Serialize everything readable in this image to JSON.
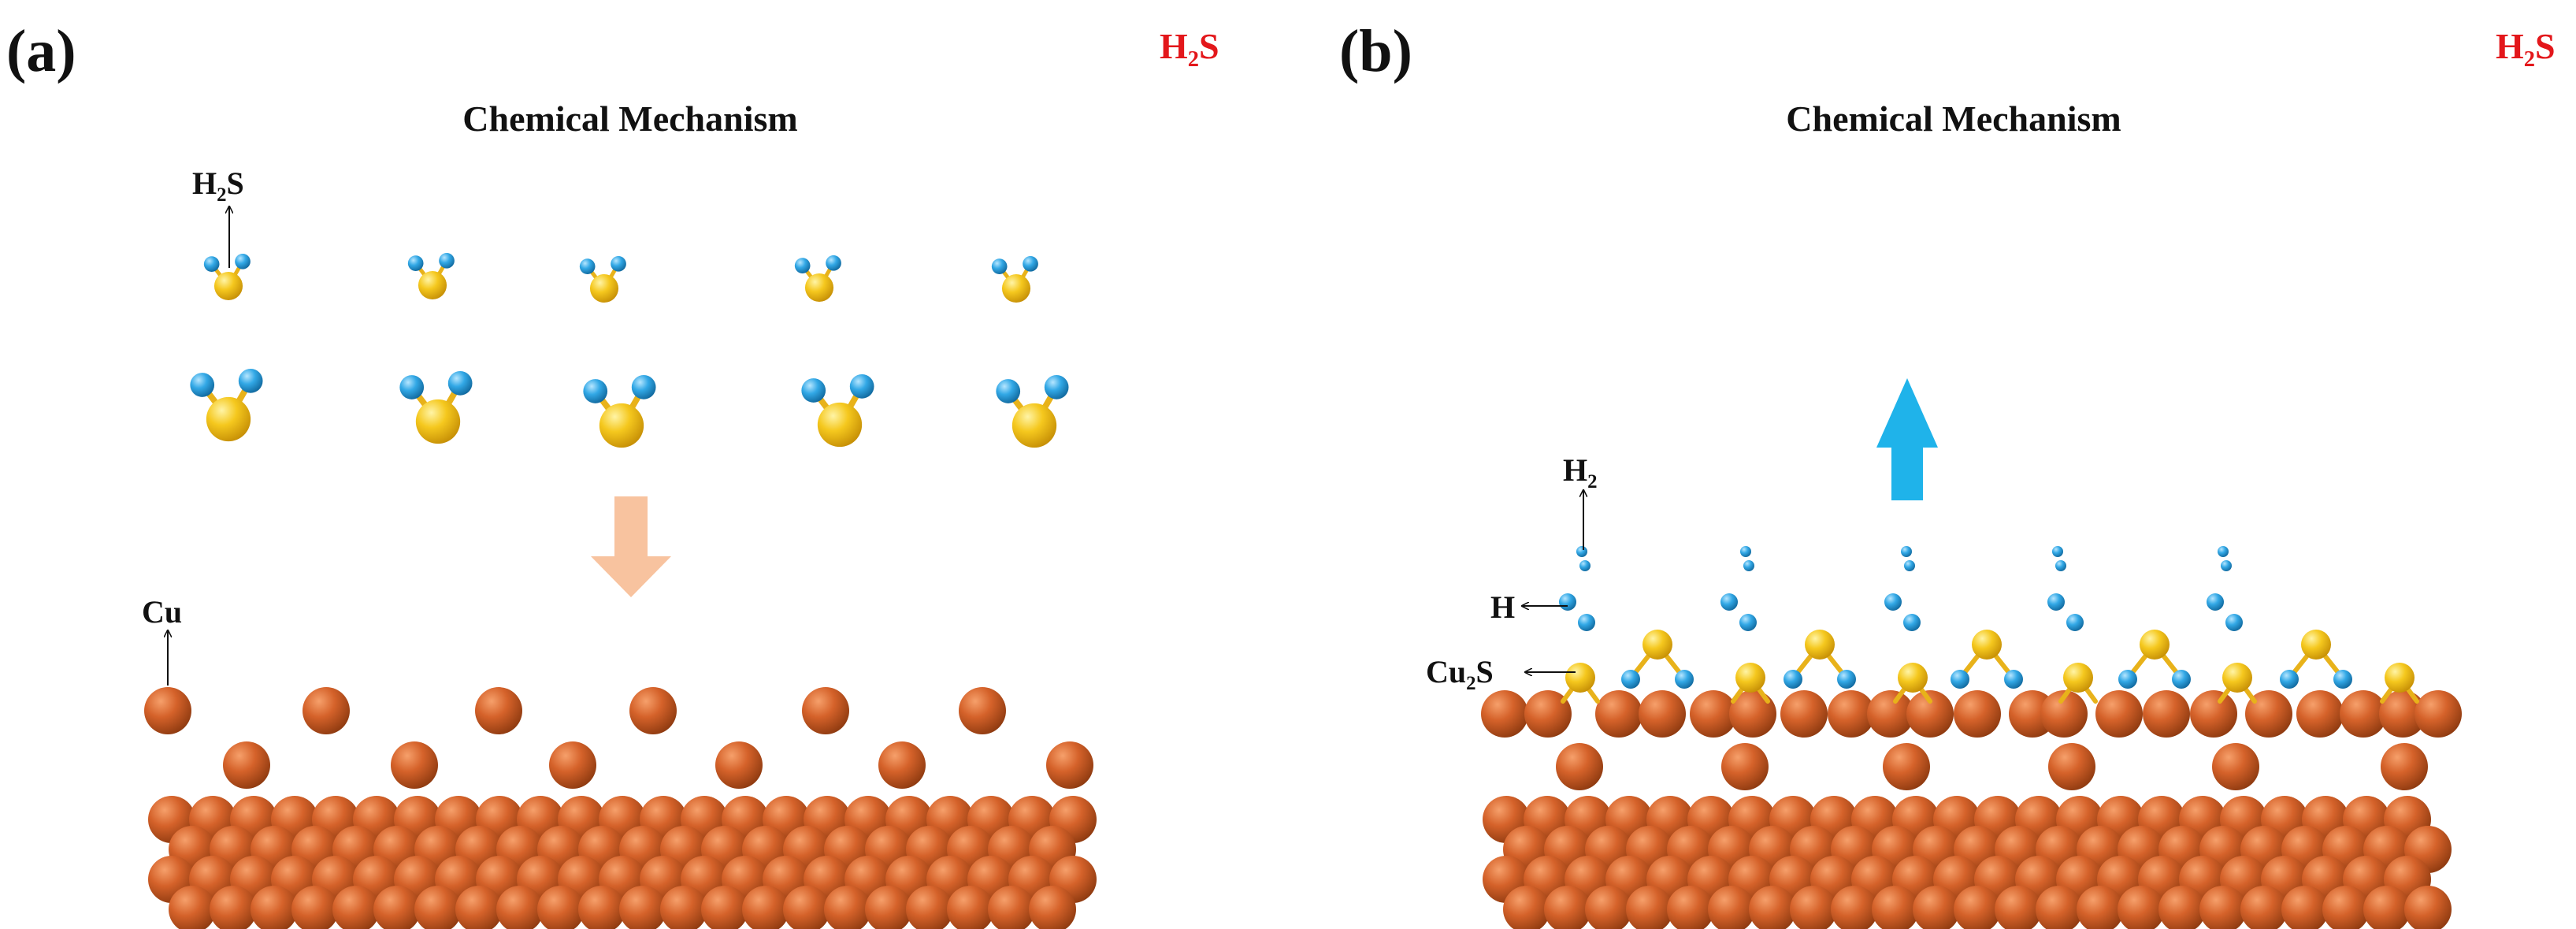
{
  "panels": [
    {
      "letter": "(a)",
      "title": "Chemical Mechanism",
      "legend": "H2S",
      "labels": {
        "molecule": "H2S",
        "atom": "Cu"
      }
    },
    {
      "letter": "(b)",
      "title": "Chemical Mechanism",
      "legend": "H2S",
      "labels": {
        "h2": "H2",
        "h": "H",
        "cu2s": "Cu2S"
      }
    }
  ],
  "colors": {
    "copper": "#c9561f",
    "sulfur": "#f2c21c",
    "hydrogen": "#2fa3e0",
    "legend_red": "#e3171b",
    "arrow_down": "#f8c39f",
    "arrow_up": "#1fb3ea",
    "text": "#111111"
  }
}
